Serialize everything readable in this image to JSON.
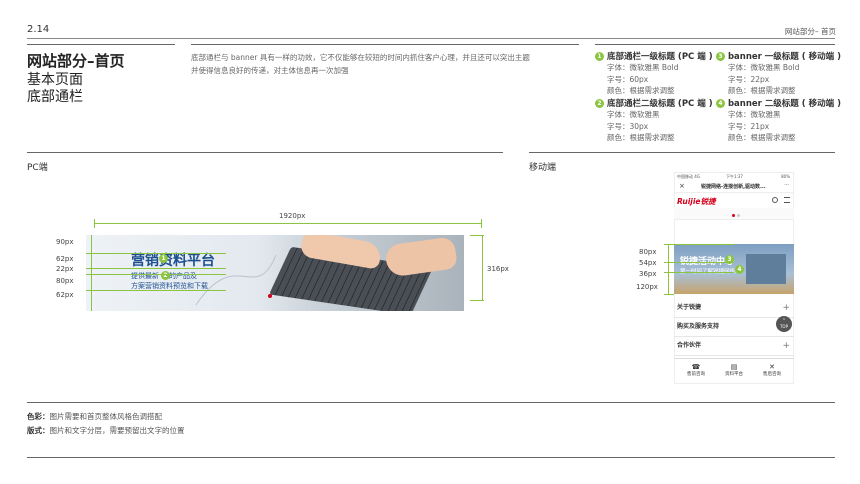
{
  "header": {
    "page_number": "2.14",
    "section_label": "网站部分– 首页"
  },
  "title": {
    "main": "网站部分–首页",
    "sub1": "基本页面",
    "sub2": "底部通栏"
  },
  "description": {
    "line1": "底部通栏与 banner 具有一样的功效，它不仅能够在较短的时间内抓住客户心理，并且还可以突出主题",
    "line2": "并使得信息良好的传递，对主体信息再一次加强"
  },
  "specs": [
    {
      "num": "1",
      "title": "底部通栏一级标题 (PC 端 )",
      "font": "字体：微软雅黑 Bold",
      "size": "字号：60px",
      "color": "颜色：根据需求调整"
    },
    {
      "num": "2",
      "title": "底部通栏二级标题 (PC 端 )",
      "font": "字体：微软雅黑",
      "size": "字号：30px",
      "color": "颜色：根据需求调整"
    },
    {
      "num": "3",
      "title": "banner 一级标题 ( 移动端 )",
      "font": "字体：微软雅黑 Bold",
      "size": "字号：22px",
      "color": "颜色：根据需求调整"
    },
    {
      "num": "4",
      "title": "banner 二级标题 ( 移动端 )",
      "font": "字体：微软雅黑",
      "size": "字号：21px",
      "color": "颜色：根据需求调整"
    }
  ],
  "pc": {
    "label": "PC端",
    "width_dim": "1920px",
    "height_dim": "316px",
    "left_dims": [
      "90px",
      "62px",
      "22px",
      "80px",
      "62px"
    ],
    "banner_title_a": "营销",
    "banner_title_b": "资料平台",
    "banner_line1_a": "提供最新",
    "banner_line1_b": "的产品及",
    "banner_line2": "方案营销资料预览和下载",
    "badge1": "1",
    "badge2": "2"
  },
  "mobile": {
    "label": "移动端",
    "status_left": "中国移动  4G",
    "status_mid": "下午1:37",
    "status_right": "80%",
    "tab_title": "锐捷网络-连接创新,驱动数...",
    "close_icon": "×",
    "more_icon": "···",
    "logo": "Ruijie锐捷",
    "left_dims": [
      "80px",
      "54px",
      "36px",
      "120px"
    ],
    "banner_title": "锐捷活动中心",
    "banner_sub": "第一时间了解锐捷网络...",
    "badge3": "3",
    "badge4": "4",
    "rows": [
      "关于锐捷",
      "购买及服务支持",
      "合作伙伴"
    ],
    "top_btn": "TOP",
    "nav": [
      "售前咨询",
      "资料平台",
      "售后咨询"
    ]
  },
  "notes": {
    "color_label": "色彩：",
    "color_text": "图片需要和首页整体风格色调搭配",
    "layout_label": "版式：",
    "layout_text": "图片和文字分层，需要预留出文字的位置"
  },
  "colors": {
    "accent_green": "#8bc53f",
    "brand_red": "#d6001c",
    "banner_blue": "#1d4f91"
  }
}
